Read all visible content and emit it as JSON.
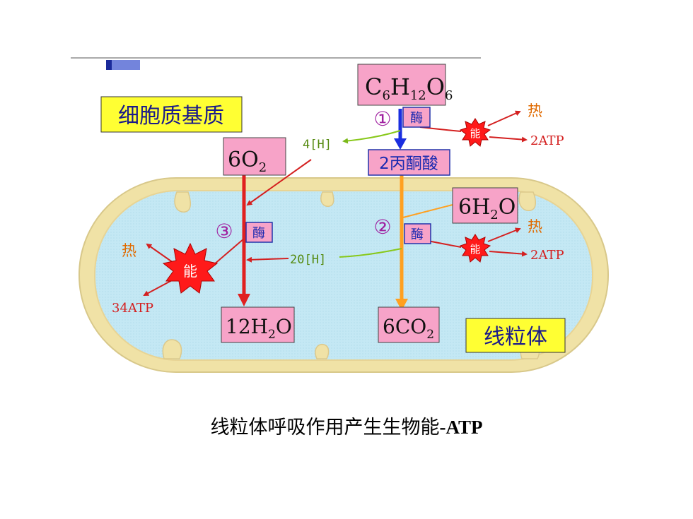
{
  "labels": {
    "cytoplasm_matrix": "细胞质基质",
    "mitochondrion": "线粒体",
    "glucose": {
      "c": "C",
      "s1": "6",
      "h": "H",
      "s2": "12",
      "o": "O",
      "s3": "6"
    },
    "pyruvate": "2丙酮酸",
    "o2": {
      "main": "6O",
      "sub": "2"
    },
    "h2o_in": {
      "a": "6H",
      "sub": "2",
      "b": "O"
    },
    "h2o_out": {
      "a": "12H",
      "sub": "2",
      "b": "O"
    },
    "co2": {
      "a": "6CO",
      "sub": "2"
    },
    "h4": "4[H]",
    "h20": "20[H]",
    "step1": "①",
    "step2": "②",
    "step3": "③",
    "enzyme": "酶",
    "energy": "能",
    "heat": "热",
    "atp2": "2ATP",
    "atp34": "34ATP"
  },
  "caption": {
    "text": "线粒体呼吸作用产生生物能",
    "bold": "-ATP"
  },
  "colors": {
    "pink_box": "#f7a3c8",
    "yellow_box": "#ffff33",
    "matrix_fill": "#bfe6f2",
    "membrane": "#f0e2a6",
    "red_arrow": "#e02020",
    "orange_arrow": "#ffa020",
    "blue_arrow": "#1a2ee0",
    "green_arrow": "#88c81a",
    "burst": "#ff1a1a",
    "heat_text": "#e06a00"
  }
}
